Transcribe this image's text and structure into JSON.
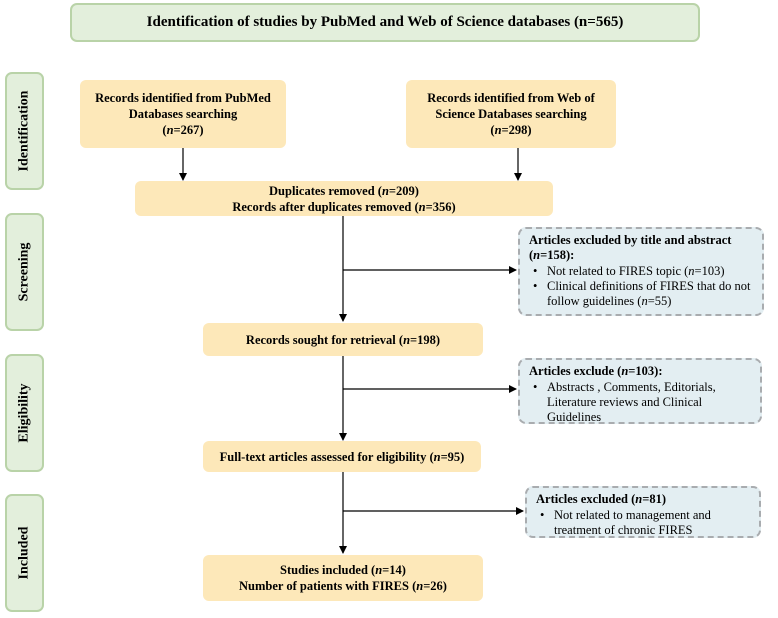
{
  "header": {
    "title": "Identification of studies by PubMed and Web of Science databases (n=565)"
  },
  "stages": [
    "Identification",
    "Screening",
    "Eligibility",
    "Included"
  ],
  "pubmed": {
    "line1": "Records identified from PubMed",
    "line2": "Databases searching",
    "count_var": "n",
    "count_val": "=267"
  },
  "wos": {
    "line1": "Records identified from Web of",
    "line2": "Science Databases searching",
    "count_var": "n",
    "count_val": "=298"
  },
  "duplicates": {
    "line1_pre": "Duplicates removed (",
    "line1_var": "n",
    "line1_post": "=209)",
    "line2_pre": "Records after duplicates removed (",
    "line2_var": "n",
    "line2_post": "=356)"
  },
  "sought": {
    "pre": "Records sought for retrieval (",
    "var": "n",
    "post": "=198)"
  },
  "fulltext": {
    "pre": "Full-text articles assessed for eligibility (",
    "var": "n",
    "post": "=95)"
  },
  "included": {
    "line1_pre": "Studies included  (",
    "line1_var": "n",
    "line1_post": "=14)",
    "line2_pre": "Number of patients with FIRES (",
    "line2_var": "n",
    "line2_post": "=26)"
  },
  "excl_title_abstract": {
    "title_pre": "Articles excluded by title and abstract (",
    "title_var": "n",
    "title_post": "=158):",
    "item1_pre": "Not related to FIRES topic (",
    "item1_var": "n",
    "item1_post": "=103)",
    "item2_pre": "Clinical  definitions of FIRES that do not follow guidelines (",
    "item2_var": "n",
    "item2_post": "=55)"
  },
  "excl_eligibility": {
    "title_pre": "Articles exclude  (",
    "title_var": "n",
    "title_post": "=103):",
    "item1": "Abstracts , Comments, Editorials, Literature reviews and Clinical Guidelines"
  },
  "excl_included": {
    "title_pre": "Articles excluded (",
    "title_var": "n",
    "title_post": "=81)",
    "item1": "Not related to management and treatment of chronic FIRES"
  }
}
